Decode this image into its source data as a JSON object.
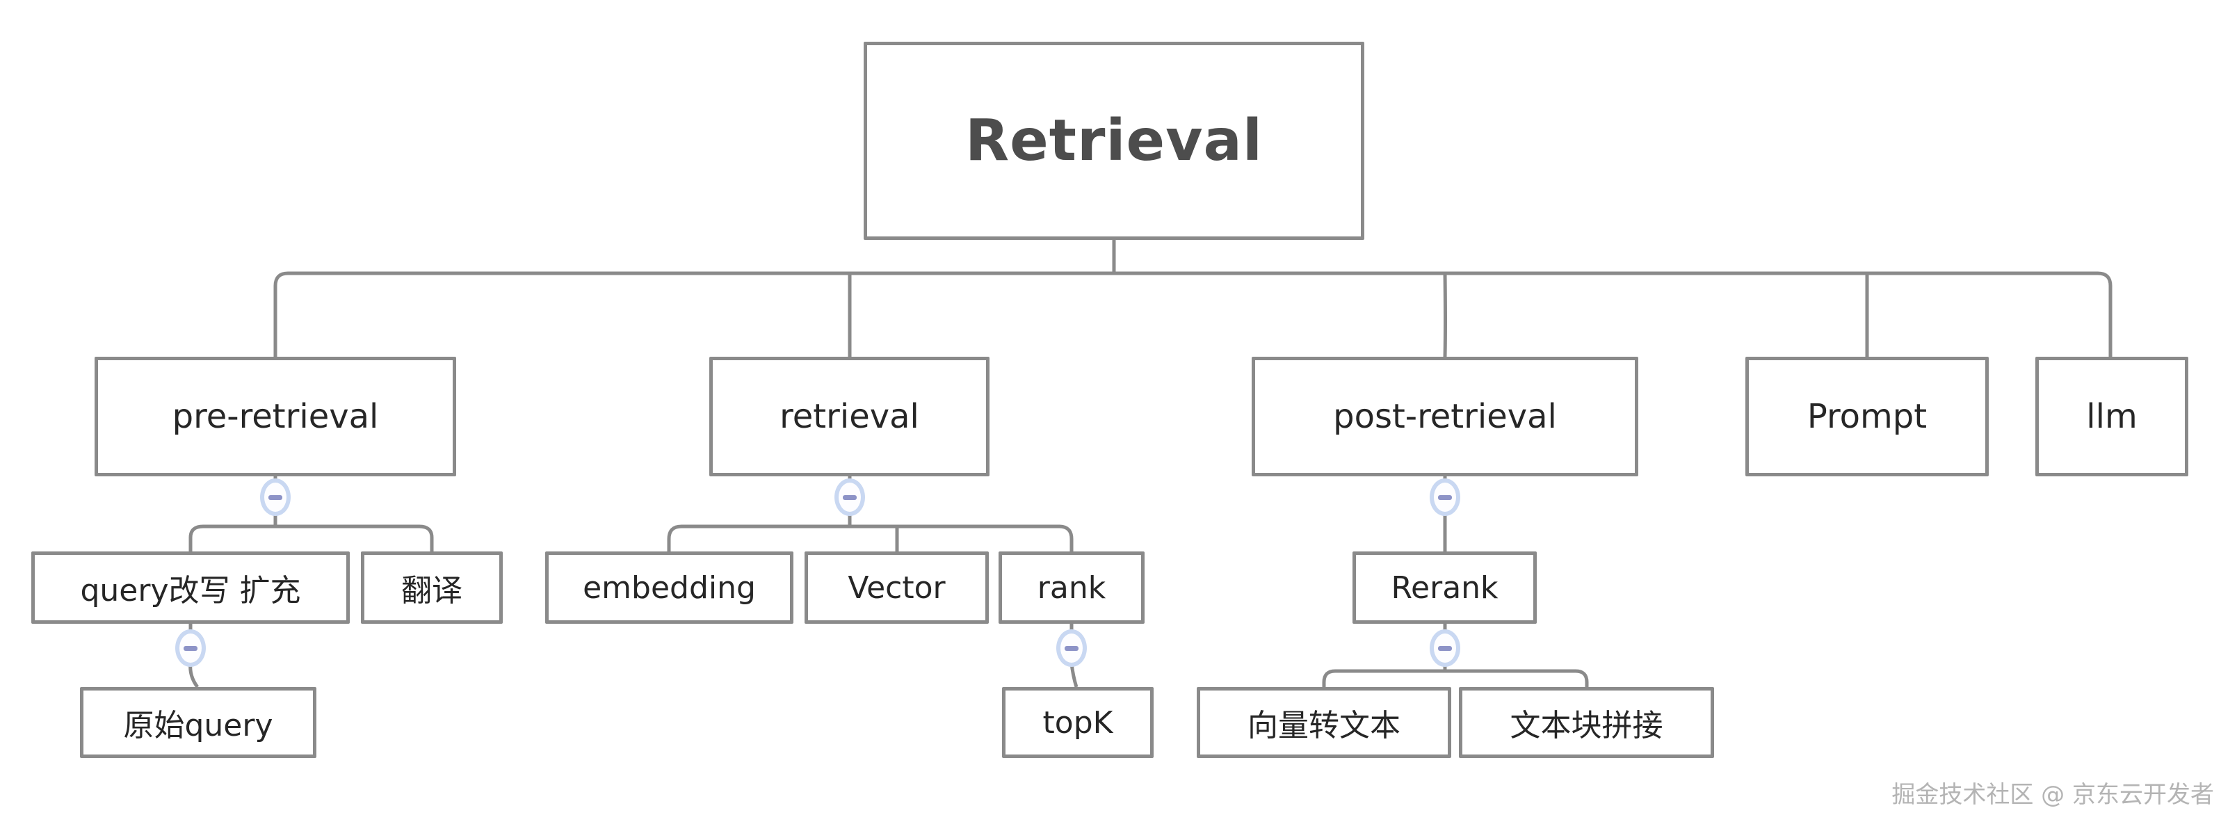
{
  "diagram_type": "mind-map-tree",
  "nodes": {
    "root": {
      "label": "Retrieval"
    },
    "pre_retrieval": {
      "label": "pre-retrieval"
    },
    "retrieval": {
      "label": "retrieval"
    },
    "post_retrieval": {
      "label": "post-retrieval"
    },
    "prompt": {
      "label": "Prompt"
    },
    "llm": {
      "label": "llm"
    },
    "query_rewrite_expand": {
      "label": "query改写 扩充"
    },
    "translate": {
      "label": "翻译"
    },
    "embedding": {
      "label": "embedding"
    },
    "vector": {
      "label": "Vector"
    },
    "rank": {
      "label": "rank"
    },
    "rerank": {
      "label": "Rerank"
    },
    "original_query": {
      "label": "原始query"
    },
    "topk": {
      "label": "topK"
    },
    "vector_to_text": {
      "label": "向量转文本"
    },
    "text_chunk_concat": {
      "label": "文本块拼接"
    }
  },
  "hierarchy": {
    "Retrieval": {
      "pre-retrieval": {
        "query改写 扩充": [
          "原始query"
        ],
        "翻译": []
      },
      "retrieval": {
        "embedding": [],
        "Vector": [],
        "rank": [
          "topK"
        ]
      },
      "post-retrieval": {
        "Rerank": [
          "向量转文本",
          "文本块拼接"
        ]
      },
      "Prompt": {},
      "llm": {}
    }
  },
  "collapse_buttons": {
    "glyph": "minus",
    "attached_to": [
      "pre-retrieval",
      "retrieval",
      "post-retrieval",
      "query改写 扩充",
      "rank",
      "Rerank"
    ]
  },
  "watermark": {
    "text": "掘金技术社区 @ 京东云开发者"
  },
  "colors": {
    "background": "#ffffff",
    "box_border": "#8a8a8a",
    "connector_line": "#8a8a8a",
    "root_text": "#4d4d4d",
    "node_text": "#262626",
    "collapse_ring": "#c9d8f2",
    "collapse_fill": "#fdfdff",
    "collapse_minus": "#8d93c7",
    "watermark_text": "#b4b4b4"
  }
}
